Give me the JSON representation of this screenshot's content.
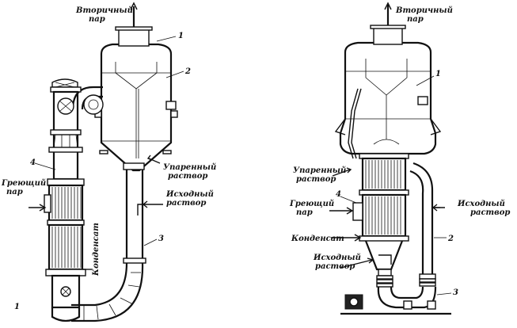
{
  "left_figure": {
    "labels": {
      "secondary_steam": [
        "Вторичный",
        "пар"
      ],
      "evaporated_solution": [
        "Упаренный",
        "раствор"
      ],
      "initial_solution": [
        "Исходный",
        "раствор"
      ],
      "heating_steam": [
        "Греющий",
        "пар"
      ],
      "condensate": "Конденсат",
      "num_1": "1",
      "num_2": "2",
      "num_3": "3",
      "num_4": "4",
      "corner_mark": "1"
    }
  },
  "right_figure": {
    "labels": {
      "secondary_steam": [
        "Вторичный",
        "пар"
      ],
      "evaporated_solution": [
        "Упаренный",
        "раствор"
      ],
      "initial_solution_right": [
        "Исходный",
        "раствор"
      ],
      "heating_steam": [
        "Греющий",
        "пар"
      ],
      "condensate": "Конденсат",
      "initial_solution_bottom": [
        "Исходный",
        "раствор"
      ],
      "num_1": "1",
      "num_2": "2",
      "num_3": "3",
      "num_4": "4"
    }
  }
}
